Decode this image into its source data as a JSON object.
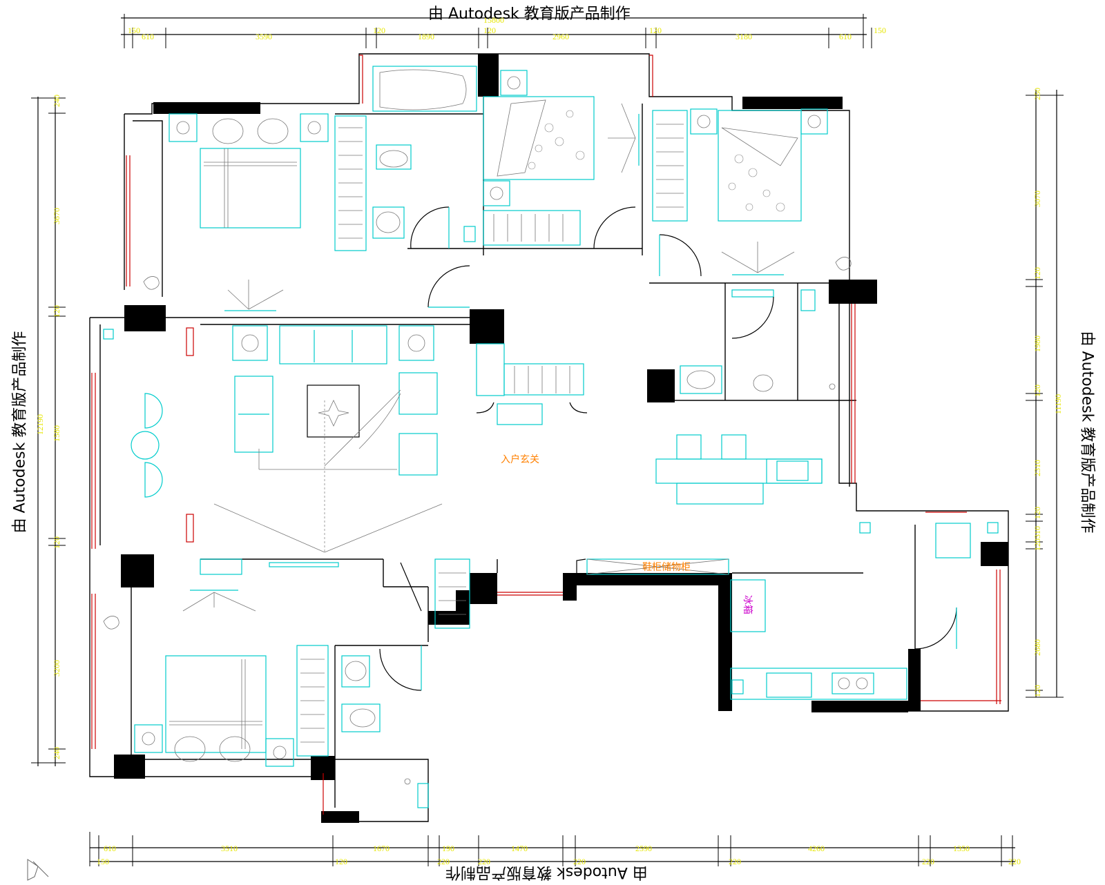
{
  "watermark": {
    "top": "由 Autodesk 教育版产品制作",
    "bottom": "由 Autodesk 教育版产品制作",
    "left": "由 Autodesk 教育版产品制作",
    "right": "由 Autodesk 教育版产品制作"
  },
  "labels": {
    "entrance": "入户玄关",
    "fridge": "冰箱",
    "cabinet": "鞋柜储物柜"
  },
  "dims_top": {
    "total": "15800",
    "segments": [
      "150",
      "610",
      "3590",
      "120",
      "1890",
      "120",
      "2960",
      "120",
      "3180",
      "610",
      "150"
    ]
  },
  "dims_bottom": {
    "row1": [
      "610",
      "3510",
      "1670",
      "190",
      "1470",
      "2590",
      "4260",
      "1350"
    ],
    "row2": [
      "150",
      "120",
      "220",
      "220",
      "220",
      "220",
      "220",
      "220"
    ]
  },
  "dims_left": {
    "total": "12190",
    "segments": [
      "240",
      "3670",
      "120",
      "1580",
      "120",
      "3200",
      "240"
    ]
  },
  "dims_right": {
    "total": "11190",
    "segments": [
      "250",
      "3070",
      "120",
      "1980",
      "120",
      "2310",
      "120",
      "310",
      "120",
      "2680",
      "120"
    ]
  },
  "colors": {
    "walls": "#000000",
    "furniture": "#00cccc",
    "dimension_text": "#e6e600",
    "window_lines": "#cc0000",
    "label_orange": "#ff8000",
    "label_magenta": "#cc00cc"
  }
}
